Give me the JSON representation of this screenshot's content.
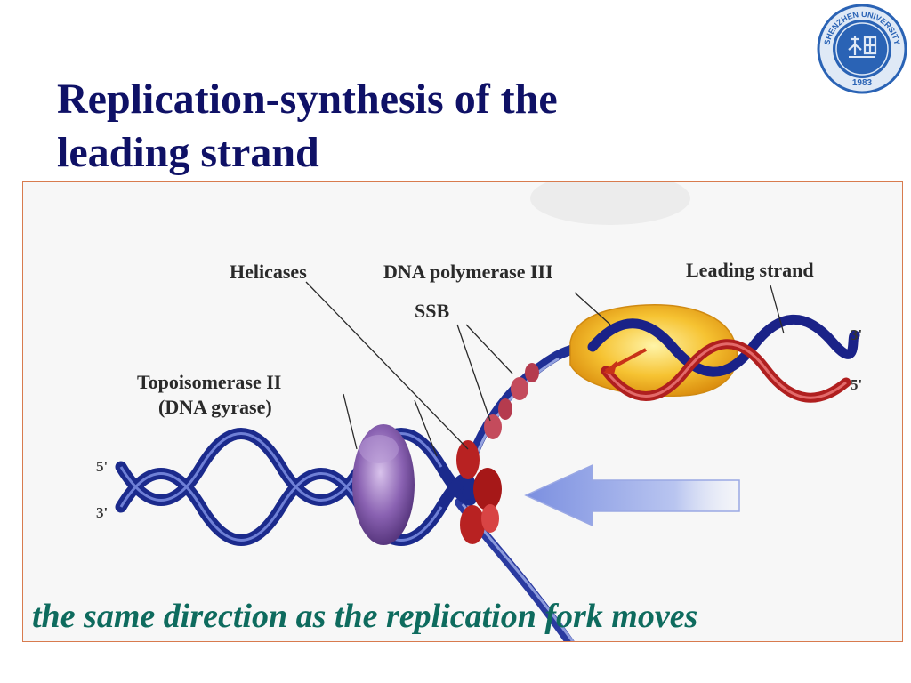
{
  "slide": {
    "title_lines": [
      "Replication-synthesis of the",
      "leading strand"
    ],
    "caption": "the same direction as the replication fork moves"
  },
  "diagram": {
    "labels": {
      "helicases": "Helicases",
      "dna_polymerase": "DNA polymerase III",
      "leading_strand": "Leading strand",
      "ssb": "SSB",
      "topoisomerase_line1": "Topoisomerase II",
      "topoisomerase_line2": "(DNA gyrase)"
    },
    "ends": {
      "right_top": "3'",
      "right_bottom": "5'",
      "left_top": "5'",
      "left_bottom": "3'"
    }
  },
  "logo": {
    "top_text": "SHENZHEN UNIVERSITY",
    "year": "1983",
    "color": "#2a63b5"
  },
  "colors": {
    "title": "#0f1166",
    "caption": "#0e6b5e",
    "panel_border": "#d87b4e",
    "dna_blue": "#1b2a8c",
    "dna_red": "#b01f1f",
    "polymerase": "#f2b21c",
    "topoisomerase": "#7a4fa0"
  }
}
